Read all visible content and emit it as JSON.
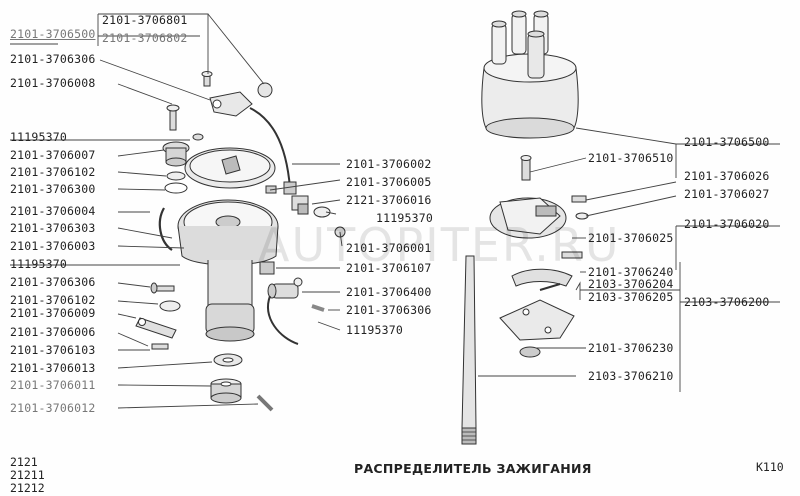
{
  "watermark": "AUTOPITER.RU",
  "title": "РАСПРЕДЕЛИТЕЛЬ ЗАЖИГАНИЯ",
  "page_ref": "K110",
  "models": [
    "2121",
    "21211",
    "21212"
  ],
  "left_labels": [
    "2101-3706500",
    "2101-3706306",
    "2101-3706008",
    "11195370",
    "2101-3706007",
    "2101-3706102",
    "2101-3706300",
    "2101-3706004",
    "2101-3706303",
    "2101-3706003",
    "11195370",
    "2101-3706306",
    "2101-3706102",
    "2101-3706009",
    "2101-3706006",
    "2101-3706103",
    "2101-3706013",
    "2101-3706011",
    "2101-3706012"
  ],
  "top_labels": [
    "2101-3706801",
    "2101-3706802"
  ],
  "center_labels": [
    "2101-3706002",
    "2101-3706005",
    "2121-3706016",
    "11195370",
    "2101-3706001",
    "2101-3706107",
    "2101-3706400",
    "2101-3706306",
    "11195370"
  ],
  "right_labels": [
    "2101-3706500",
    "2101-3706510",
    "2101-3706026",
    "2101-3706027",
    "2101-3706020",
    "2101-3706025",
    "2101-3706240",
    "2103-3706204",
    "2103-3706205",
    "2103-3706200",
    "2101-3706230",
    "2103-3706210"
  ]
}
